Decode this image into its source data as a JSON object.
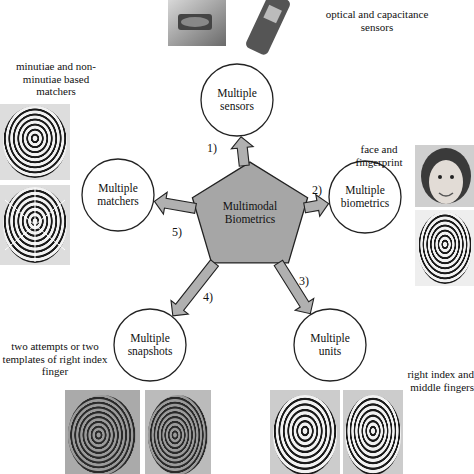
{
  "diagram": {
    "nodes": [
      {
        "text": [
          "Multimodal Biometrics"
        ]
      },
      {
        "text": [
          "Multiple sensors"
        ]
      },
      {
        "text": [
          "Multiple biometrics"
        ]
      },
      {
        "text": [
          "Multiple units"
        ]
      },
      {
        "text": [
          "Multiple snapshots"
        ]
      },
      {
        "text": [
          "Multiple matchers"
        ]
      }
    ],
    "edges": [
      {
        "from": 0,
        "to": 1,
        "arrow": "to",
        "label": "1)"
      },
      {
        "from": 0,
        "to": 2,
        "arrow": "to",
        "label": "2)"
      },
      {
        "from": 0,
        "to": 3,
        "arrow": "to",
        "label": "3)"
      },
      {
        "from": 0,
        "to": 4,
        "arrow": "to",
        "label": "4)"
      },
      {
        "from": 0,
        "to": 5,
        "arrow": "to",
        "label": "5)"
      }
    ],
    "labels": [
      "optical and capacitance sensors",
      "face and fingerprint",
      "minutiae and non-minutiae based matchers",
      "two attempts or two templates of right index finger",
      "right index and middle fingers"
    ]
  }
}
